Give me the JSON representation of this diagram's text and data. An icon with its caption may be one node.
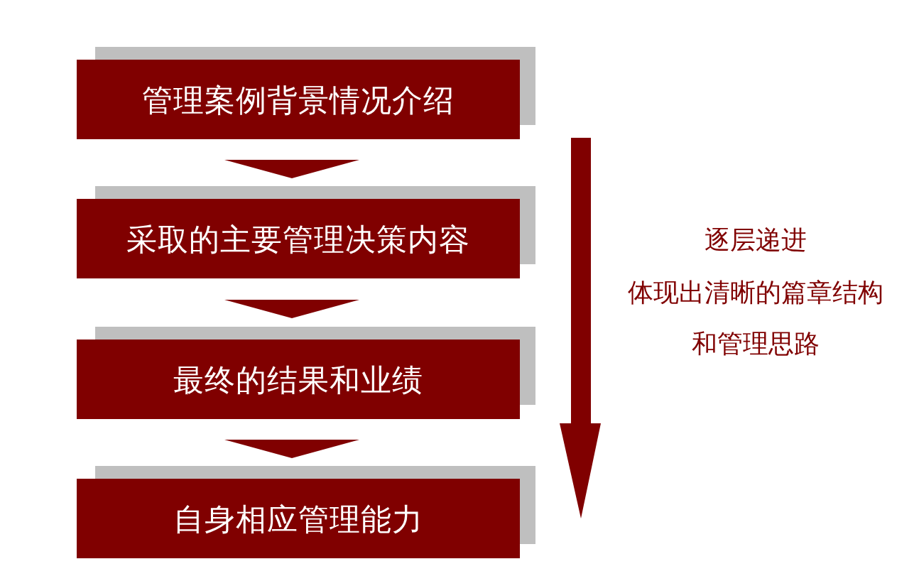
{
  "diagram": {
    "nodes": [
      {
        "text": [
          "管理案例背景情况介绍"
        ]
      },
      {
        "text": [
          "采取的主要管理决策内容"
        ]
      },
      {
        "text": [
          "最终的结果和业绩"
        ]
      },
      {
        "text": [
          "自身相应管理能力"
        ]
      }
    ],
    "edges": [
      {
        "from": 0,
        "to": 1,
        "arrow": "to"
      },
      {
        "from": 1,
        "to": 2,
        "arrow": "to"
      },
      {
        "from": 2,
        "to": 3,
        "arrow": "to"
      }
    ],
    "labels": [
      "逐层递进",
      "体现出清晰的篇章结构和管理思路"
    ]
  }
}
